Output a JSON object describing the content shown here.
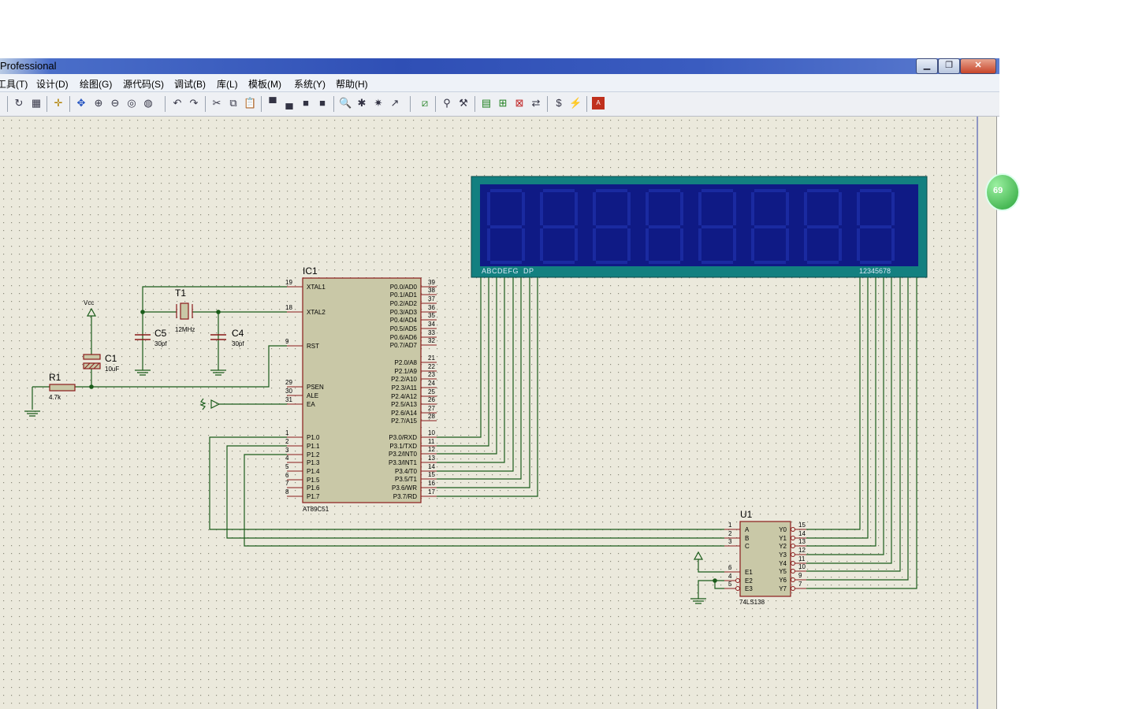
{
  "window": {
    "title": "Professional"
  },
  "menu": [
    "工具(T)",
    "设计(D)",
    "绘图(G)",
    "源代码(S)",
    "调试(B)",
    "库(L)",
    "模板(M)",
    "系统(Y)",
    "帮助(H)"
  ],
  "badge": {
    "text": "69"
  },
  "schematic": {
    "ic1": {
      "ref": "IC1",
      "part": "AT89C51",
      "left_pins": [
        {
          "num": "19",
          "name": "XTAL1"
        },
        {
          "num": "18",
          "name": "XTAL2"
        },
        {
          "num": "9",
          "name": "RST"
        },
        {
          "num": "29",
          "name": "PSEN"
        },
        {
          "num": "30",
          "name": "ALE"
        },
        {
          "num": "31",
          "name": "EA"
        },
        {
          "num": "1",
          "name": "P1.0"
        },
        {
          "num": "2",
          "name": "P1.1"
        },
        {
          "num": "3",
          "name": "P1.2"
        },
        {
          "num": "4",
          "name": "P1.3"
        },
        {
          "num": "5",
          "name": "P1.4"
        },
        {
          "num": "6",
          "name": "P1.5"
        },
        {
          "num": "7",
          "name": "P1.6"
        },
        {
          "num": "8",
          "name": "P1.7"
        }
      ],
      "right_pins": [
        {
          "num": "39",
          "name": "P0.0/AD0"
        },
        {
          "num": "38",
          "name": "P0.1/AD1"
        },
        {
          "num": "37",
          "name": "P0.2/AD2"
        },
        {
          "num": "36",
          "name": "P0.3/AD3"
        },
        {
          "num": "35",
          "name": "P0.4/AD4"
        },
        {
          "num": "34",
          "name": "P0.5/AD5"
        },
        {
          "num": "33",
          "name": "P0.6/AD6"
        },
        {
          "num": "32",
          "name": "P0.7/AD7"
        },
        {
          "num": "21",
          "name": "P2.0/A8"
        },
        {
          "num": "22",
          "name": "P2.1/A9"
        },
        {
          "num": "23",
          "name": "P2.2/A10"
        },
        {
          "num": "24",
          "name": "P2.3/A11"
        },
        {
          "num": "25",
          "name": "P2.4/A12"
        },
        {
          "num": "26",
          "name": "P2.5/A13"
        },
        {
          "num": "27",
          "name": "P2.6/A14"
        },
        {
          "num": "28",
          "name": "P2.7/A15"
        },
        {
          "num": "10",
          "name": "P3.0/RXD"
        },
        {
          "num": "11",
          "name": "P3.1/TXD"
        },
        {
          "num": "12",
          "name": "P3.2/INT0"
        },
        {
          "num": "13",
          "name": "P3.3/INT1"
        },
        {
          "num": "14",
          "name": "P3.4/T0"
        },
        {
          "num": "15",
          "name": "P3.5/T1"
        },
        {
          "num": "16",
          "name": "P3.6/WR"
        },
        {
          "num": "17",
          "name": "P3.7/RD"
        }
      ]
    },
    "u1": {
      "ref": "U1",
      "part": "74LS138",
      "left_pins": [
        {
          "num": "1",
          "name": "A"
        },
        {
          "num": "2",
          "name": "B"
        },
        {
          "num": "3",
          "name": "C"
        },
        {
          "num": "6",
          "name": "E1"
        },
        {
          "num": "4",
          "name": "E2"
        },
        {
          "num": "5",
          "name": "E3"
        }
      ],
      "right_pins": [
        {
          "num": "15",
          "name": "Y0"
        },
        {
          "num": "14",
          "name": "Y1"
        },
        {
          "num": "13",
          "name": "Y2"
        },
        {
          "num": "12",
          "name": "Y3"
        },
        {
          "num": "11",
          "name": "Y4"
        },
        {
          "num": "10",
          "name": "Y5"
        },
        {
          "num": "9",
          "name": "Y6"
        },
        {
          "num": "7",
          "name": "Y7"
        }
      ]
    },
    "display": {
      "seg_labels": "ABCDEFG  DP",
      "dig_labels": "12345678",
      "digits": 8
    },
    "t1": {
      "ref": "T1",
      "value": "12MHz"
    },
    "c5": {
      "ref": "C5",
      "value": "30pf"
    },
    "c4": {
      "ref": "C4",
      "value": "30pf"
    },
    "c1": {
      "ref": "C1",
      "value": "10uF"
    },
    "r1": {
      "ref": "R1",
      "value": "4.7k"
    },
    "vcc": {
      "label": "Vcc"
    }
  },
  "colors": {
    "canvas": "#ebe9dc",
    "wire": "#1a5c1a",
    "part_body": "#c9c8a7",
    "part_outline": "#8a1a1a",
    "display_bg": "#0f1a85",
    "display_frame": "#138080"
  }
}
